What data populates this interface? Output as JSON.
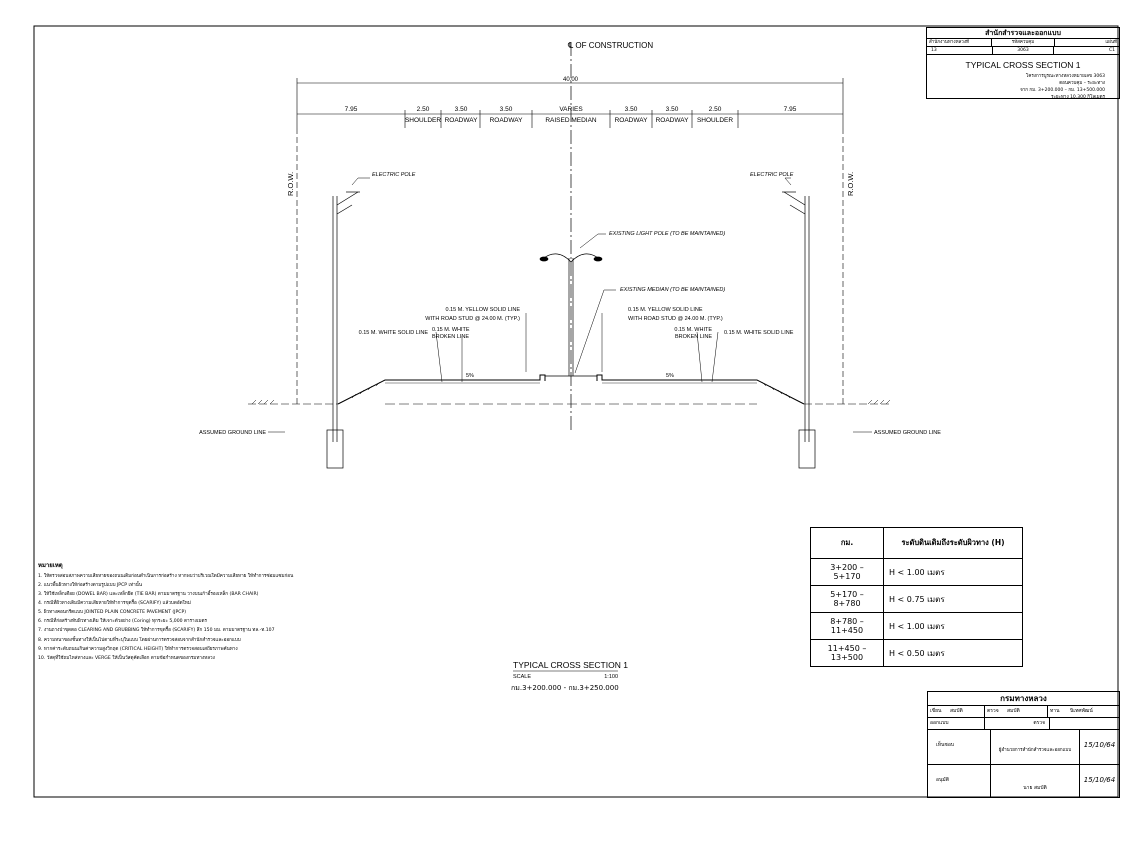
{
  "centerline_label": "℄ OF CONSTRUCTION",
  "overall_width": "40.00",
  "segments": [
    {
      "width": "7.95",
      "label": ""
    },
    {
      "width": "2.50",
      "label": "SHOULDER"
    },
    {
      "width": "3.50",
      "label": "ROADWAY"
    },
    {
      "width": "3.50",
      "label": "ROADWAY"
    },
    {
      "width": "VARIES",
      "label": "RAISED MEDIAN"
    },
    {
      "width": "3.50",
      "label": "ROADWAY"
    },
    {
      "width": "3.50",
      "label": "ROADWAY"
    },
    {
      "width": "2.50",
      "label": "SHOULDER"
    },
    {
      "width": "7.95",
      "label": ""
    }
  ],
  "row_label": "R.O.W.",
  "annotations": {
    "electric_pole": "ELECTRIC POLE",
    "light_pole": "EXISTING LIGHT POLE (TO BE MAINTAINED)",
    "median": "EXISTING MEDIAN (TO BE MAINTAINED)",
    "yellow_line_1": "0.15 M. YELLOW SOLID LINE",
    "yellow_line_2": "WITH ROAD STUD @ 24.00 M. (TYP.)",
    "white_solid": "0.15 M. WHITE SOLID LINE",
    "white_broken_1": "0.15 M. WHITE",
    "white_broken_2": "BROKEN LINE",
    "slope": "5%",
    "ground_line": "ASSUMED GROUND LINE"
  },
  "caption": {
    "title": "TYPICAL CROSS SECTION 1",
    "scale_label": "SCALE",
    "scale_value": "1:100",
    "range": "กม.3+200.000 - กม.3+250.000"
  },
  "height_table": {
    "headers": [
      "กม.",
      "ระดับดินเดิมถึงระดับผิวทาง (H)"
    ],
    "rows": [
      [
        "3+200 – 5+170",
        "H < 1.00 เมตร"
      ],
      [
        "5+170 – 8+780",
        "H < 0.75 เมตร"
      ],
      [
        "8+780 – 11+450",
        "H < 1.00 เมตร"
      ],
      [
        "11+450 – 13+500",
        "H < 0.50 เมตร"
      ]
    ]
  },
  "notes": {
    "heading": "หมายเหตุ",
    "items": [
      "1. ให้ตรวจสอบสภาพความเสียหายของถนนเดิมก่อนดำเนินการก่อสร้าง หากพบว่าบริเวณใดมีความเสียหาย ให้ทำการซ่อมแซมก่อน",
      "2. แนวพื้นผิวทางให้ก่อสร้างตามรูปแบบ JPCP เท่านั้น",
      "3. ให้ใช้เหล็กเดือย (DOWEL BAR) และเหล็กยึด (TIE BAR) ตามมาตรฐาน วางบนเก้าอี้รองเหล็ก (BAR CHAIR)",
      "4. กรณีที่ผิวทางเดิมมีความเสียหายให้ทำการขุดรื้อ (SCARIFY) แล้วบดอัดใหม่",
      "5. ผิวทางคอนกรีตแบบ JOINTED PLAIN CONCRETE PAVEMENT (JPCP)",
      "6. กรณีที่ก่อสร้างทับผิวทางเดิม ให้เจาะตัวอย่าง (Coring) ทุกระยะ 5,000 ตารางเมตร",
      "7. งานถางป่าขุดตอ CLEARING AND GRUBBING ให้ทำการขุดรื้อ (SCARIFY) ลึก 150 มม. ตามมาตรฐาน ทล.-ท.107",
      "8. ความหนาของชั้นทางให้เป็นไปตามที่ระบุในแบบ โดยผ่านการตรวจสอบจากสำนักสำรวจและออกแบบ",
      "9. หากค่าระดับถนนเกินค่าความสูงวิกฤต (CRITICAL HEIGHT) ให้ทำการตรวจสอบเสถียรภาพคันทาง",
      "10. วัสดุที่ใช้ถมไหล่ทางและ VERGE ให้เป็นวัสดุคัดเลือก ตามข้อกำหนดของกรมทางหลวง"
    ]
  },
  "title_block": {
    "agency": "สำนักสำรวจและออกแบบ",
    "col_labels": [
      "สำนักงานทางหลวงที่",
      "รหัสควบคุม",
      "แผ่นที่"
    ],
    "col_values": [
      "13",
      "3063",
      "C1"
    ],
    "title": "TYPICAL CROSS SECTION 1",
    "sub1": "โครงการบูรณะทางหลวงหมายเลข 3063",
    "sub2": "ตอนควบคุม – ระยะทาง",
    "sub3": "จาก กม. 3+200.000 – กม. 13+500.000",
    "sub4": "ระยะทาง 10.300 กิโลเมตร"
  },
  "approval_block": {
    "agency": "กรมทางหลวง",
    "r1": [
      "เขียน",
      "สมบัติ",
      "ตรวจ",
      "สมบัติ",
      "ทาน",
      "นิเทศพัฒน์"
    ],
    "r2_label": "ออกแบบ",
    "r2_mid": "ตรวจ",
    "r3_label": "เห็นชอบ",
    "r3_text": "ผู้อำนวยการสำนักสำรวจและออกแบบ",
    "r3_date": "15/10/64",
    "r4_label": "อนุมัติ",
    "r4_text": "นาย สมบัติ",
    "r4_date": "15/10/64"
  }
}
